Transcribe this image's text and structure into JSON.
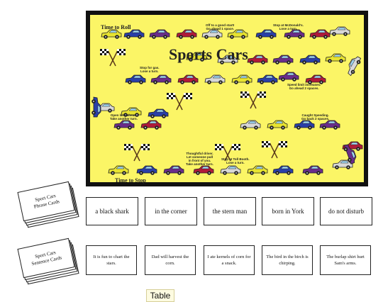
{
  "board": {
    "title": "Sports Cars",
    "start_label": "Time to Roll",
    "end_label": "Time to Stop",
    "notes": [
      "Off to a good start!\nGo ahead 1 space.",
      "Stop at McDonald's.\nLose a turn.",
      "Stop for gas.\nLose a turn.",
      "Speed limit increases.\nGo ahead 2 spaces.",
      "Open lane ahead.\nTake another turn.",
      "Caught Speeding.\nGo back 2 spaces.",
      "Thoughtful driver.\nLet someone pull\nin front of you.\nTake another turn.",
      "Stop at Toll Booth.\nLose a turn."
    ]
  },
  "phrase_deck": {
    "line1": "Sport Cars",
    "line2": "Phrase Cards"
  },
  "sentence_deck": {
    "line1": "Sport Cars",
    "line2": "Sentence Cards"
  },
  "phrase_cards": [
    "a black shark",
    "in the corner",
    "the stern man",
    "born in York",
    "do not disturb"
  ],
  "sentence_cards": [
    "It is fun to chart the stars.",
    "Dad will harvest the corn.",
    "I ate kernels of corn for a snack.",
    "The bird in the birch is chirping.",
    "The burlap shirt hurt Sam's arms."
  ],
  "footer": {
    "tag": "Table"
  },
  "colors": {
    "board_bg": "#fbf566",
    "frame": "#111111",
    "cars": [
      "#e8e430",
      "#2a3fa8",
      "#6a2d8a",
      "#b01a3a",
      "#d8d8d8"
    ]
  }
}
